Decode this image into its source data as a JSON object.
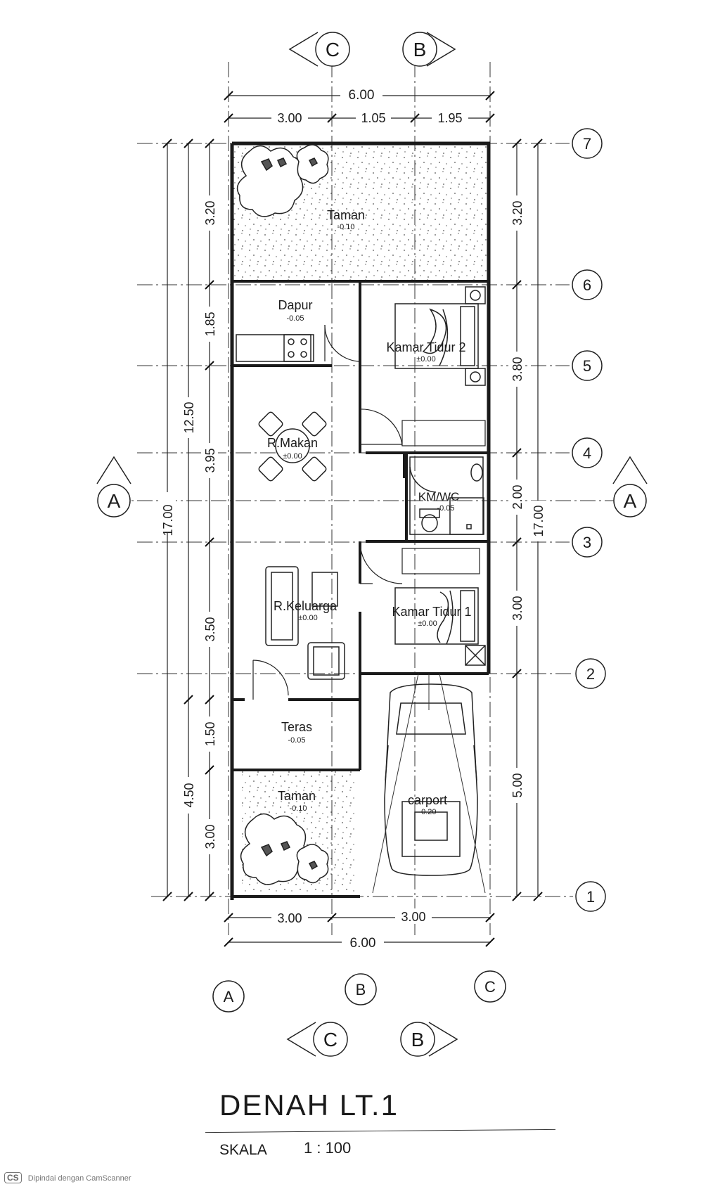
{
  "dims": {
    "top_total": "6.00",
    "top_a": "3.00",
    "top_b": "1.05",
    "top_c": "1.95",
    "bottom_a": "3.00",
    "bottom_b": "3.00",
    "bottom_total": "6.00",
    "left_total": "17.00",
    "left_mid": "12.50",
    "left_bot": "4.50",
    "left_1": "3.20",
    "left_2": "1.85",
    "left_3": "3.95",
    "left_4": "3.50",
    "left_5": "1.50",
    "left_6": "3.00",
    "right_total": "17.00",
    "right_1": "3.20",
    "right_2": "3.80",
    "right_3": "2.00",
    "right_4": "3.00",
    "right_5": "5.00"
  },
  "grid": {
    "rows": [
      "7",
      "6",
      "5",
      "4",
      "3",
      "2",
      "1"
    ],
    "cols_bottom": [
      "A",
      "B",
      "C"
    ],
    "section_top_left": "C",
    "section_top_right": "B",
    "section_bottom_left": "C",
    "section_bottom_right": "B",
    "section_side_left": "A",
    "section_side_right": "A"
  },
  "rooms": {
    "taman_top": {
      "name": "Taman",
      "level": "-0.10"
    },
    "dapur": {
      "name": "Dapur",
      "level": "-0.05"
    },
    "kamar_tidur_2": {
      "name": "Kamar Tidur 2",
      "level": "±0.00"
    },
    "r_makan": {
      "name": "R.Makan",
      "level": "±0.00"
    },
    "kmwc": {
      "name": "KM/WC",
      "level": "-0.05"
    },
    "r_keluarga": {
      "name": "R.Keluarga",
      "level": "±0.00"
    },
    "kamar_tidur_1": {
      "name": "Kamar Tidur 1",
      "level": "±0.00"
    },
    "teras": {
      "name": "Teras",
      "level": "-0.05"
    },
    "taman_bottom": {
      "name": "Taman",
      "level": "-0.10"
    },
    "carport": {
      "name": "carport",
      "level": "-0.20"
    }
  },
  "title": "DENAH LT.1",
  "scale_label": "SKALA",
  "scale_value": "1 : 100",
  "footer": {
    "logo": "CS",
    "text": "Dipindai dengan CamScanner"
  }
}
